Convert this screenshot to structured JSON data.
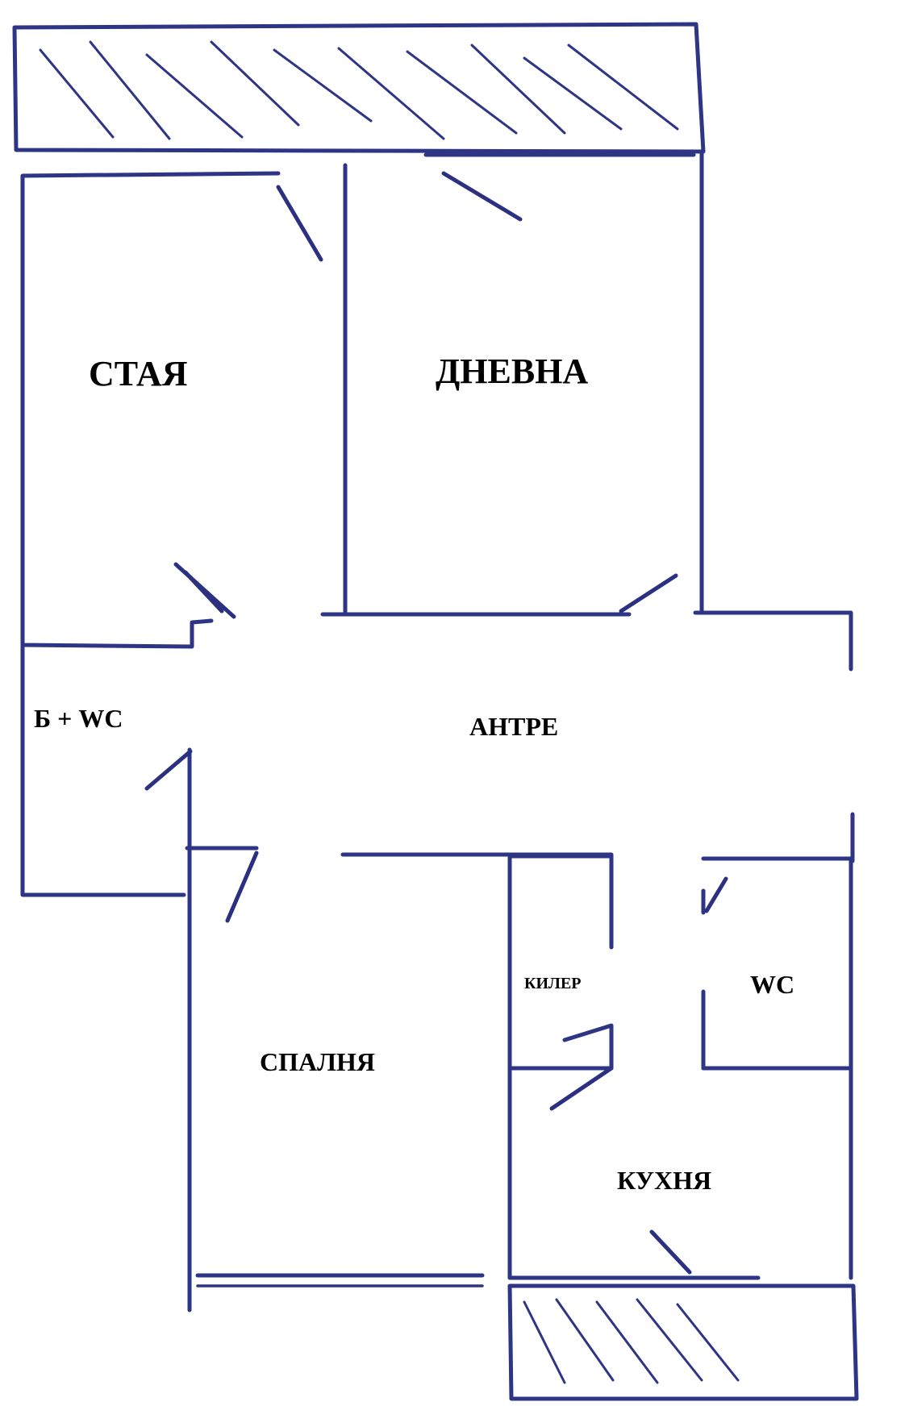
{
  "rooms": {
    "staya": "СТАЯ",
    "dnevna": "ДНЕВНА",
    "bath_wc": "Б + WC",
    "antre": "АНТРЕ",
    "kiler": "КИЛЕР",
    "wc": "WC",
    "spalnya": "СПАЛНЯ",
    "kuhnya": "КУХНЯ"
  },
  "colors": {
    "ink": "#2e3585",
    "label": "#000000",
    "background": "#ffffff"
  }
}
